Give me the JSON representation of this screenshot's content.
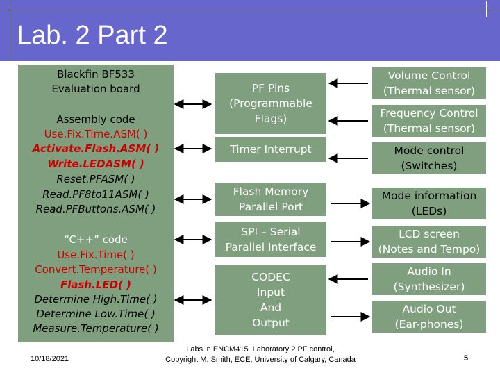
{
  "title": "Lab. 2 Part 2",
  "left_panel": {
    "board": [
      "Blackfin BF533",
      "Evaluation board"
    ],
    "assembly_heading": "Assembly code",
    "assembly_items": [
      {
        "text": "Use.Fix.Time.ASM( )",
        "style": "red"
      },
      {
        "text": "Activate.Flash.ASM( )",
        "style": "red-bold-italic"
      },
      {
        "text": "Write.LEDASM( )",
        "style": "red-bold-italic"
      },
      {
        "text": "Reset.PFASM( )",
        "style": "italic"
      },
      {
        "text": "Read.PF8to11ASM( )",
        "style": "italic"
      },
      {
        "text": "Read.PFButtons.ASM( )",
        "style": "italic"
      }
    ],
    "cpp_heading": "“C++” code",
    "cpp_items": [
      {
        "text": "Use.Fix.Time( )",
        "style": "red"
      },
      {
        "text": "Convert.Temperature( )",
        "style": "red"
      },
      {
        "text": "Flash.LED( )",
        "style": "red-bold-italic"
      },
      {
        "text": "Determine High.Time( )",
        "style": "italic"
      },
      {
        "text": "Determine Low.Time( )",
        "style": "italic"
      },
      {
        "text": "Measure.Temperature( )",
        "style": "italic"
      }
    ]
  },
  "middle_boxes": {
    "pf_pins": [
      "PF Pins",
      "(Programmable",
      "Flags)"
    ],
    "timer": [
      "Timer Interrupt"
    ],
    "flash": [
      "Flash Memory",
      "Parallel Port"
    ],
    "spi": [
      "SPI – Serial",
      "Parallel Interface"
    ],
    "codec": [
      "CODEC",
      "Input",
      "And",
      "Output"
    ]
  },
  "right_boxes": {
    "volume": [
      "Volume Control",
      "(Thermal sensor)"
    ],
    "frequency": [
      "Frequency Control",
      "(Thermal sensor)"
    ],
    "mode_control": [
      "Mode control",
      "(Switches)"
    ],
    "mode_info": [
      "Mode information",
      "(LEDs)"
    ],
    "lcd": [
      "LCD screen",
      "(Notes and Tempo)"
    ],
    "audio_in": [
      "Audio In",
      "(Synthesizer)"
    ],
    "audio_out": [
      "Audio Out",
      "(Ear-phones)"
    ]
  },
  "footer": {
    "date": "10/18/2021",
    "caption_line1": "Labs in ENCM415. Laboratory 2 PF control,",
    "caption_line2": "Copyright M. Smith, ECE, University of Calgary, Canada",
    "page": "5"
  },
  "colors": {
    "title_bar": "#6666cc",
    "panel": "#7f9f7f",
    "code_red": "#cc0000"
  }
}
